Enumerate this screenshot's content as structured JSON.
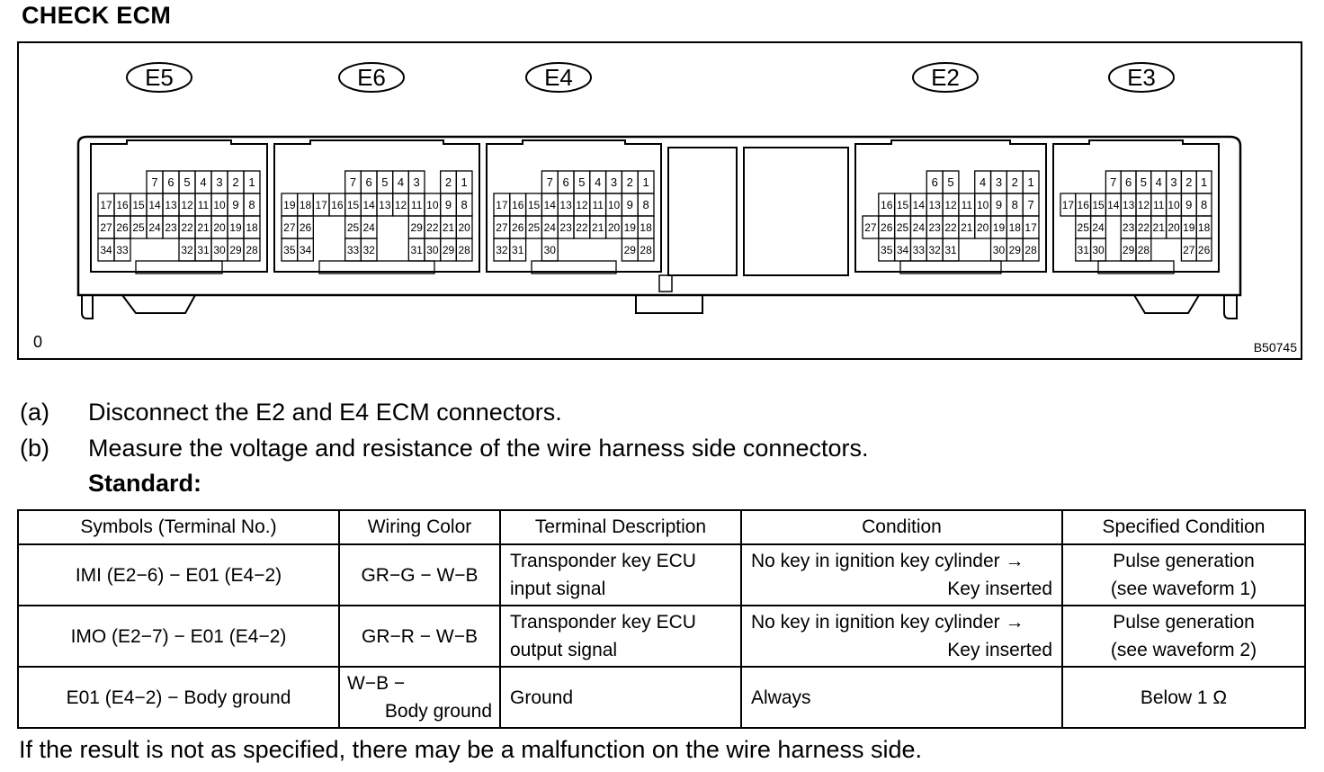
{
  "title": "CHECK ECM",
  "figure": {
    "mark": "0",
    "code": "B50745",
    "connectors": [
      {
        "id": "E5",
        "rows": [
          [
            "7",
            "6",
            "5",
            "4",
            "3",
            "2",
            "1"
          ],
          [
            "17",
            "16",
            "15",
            "14",
            "13",
            "12",
            "11",
            "10",
            "9",
            "8"
          ],
          [
            "27",
            "26",
            "25",
            "24",
            "23",
            "22",
            "21",
            "20",
            "19",
            "18"
          ],
          [
            "34",
            "33",
            "",
            "",
            "",
            "32",
            "31",
            "30",
            "29",
            "28"
          ]
        ]
      },
      {
        "id": "E6",
        "rows": [
          [
            "7",
            "6",
            "5",
            "4",
            "3",
            "",
            "2",
            "1"
          ],
          [
            "19",
            "18",
            "17",
            "16",
            "15",
            "14",
            "13",
            "12",
            "11",
            "10",
            "9",
            "8"
          ],
          [
            "27",
            "26",
            "",
            "",
            "25",
            "24",
            "",
            "",
            "29",
            "22",
            "21",
            "20"
          ],
          [
            "35",
            "34",
            "",
            "",
            "33",
            "32",
            "",
            "",
            "31",
            "30",
            "29",
            "28"
          ]
        ]
      },
      {
        "id": "E4",
        "rows": [
          [
            "7",
            "6",
            "5",
            "4",
            "3",
            "2",
            "1"
          ],
          [
            "17",
            "16",
            "15",
            "14",
            "13",
            "12",
            "11",
            "10",
            "9",
            "8"
          ],
          [
            "27",
            "26",
            "25",
            "24",
            "23",
            "22",
            "21",
            "20",
            "19",
            "18"
          ],
          [
            "32",
            "31",
            "",
            "30",
            "",
            "",
            "",
            "",
            "29",
            "28"
          ]
        ]
      },
      {
        "id": "E2",
        "rows": [
          [
            "6",
            "5",
            "",
            "4",
            "3",
            "2",
            "1"
          ],
          [
            "16",
            "15",
            "14",
            "13",
            "12",
            "11",
            "10",
            "9",
            "8",
            "7"
          ],
          [
            "27",
            "26",
            "25",
            "24",
            "23",
            "22",
            "21",
            "20",
            "19",
            "18",
            "17"
          ],
          [
            "35",
            "34",
            "33",
            "32",
            "31",
            "",
            "",
            "30",
            "29",
            "28"
          ]
        ]
      },
      {
        "id": "E3",
        "rows": [
          [
            "7",
            "6",
            "5",
            "4",
            "3",
            "2",
            "1"
          ],
          [
            "17",
            "16",
            "15",
            "14",
            "13",
            "12",
            "11",
            "10",
            "9",
            "8"
          ],
          [
            "25",
            "24",
            "",
            "23",
            "22",
            "21",
            "20",
            "19",
            "18"
          ],
          [
            "31",
            "30",
            "",
            "29",
            "28",
            "",
            "",
            "27",
            "26"
          ]
        ]
      }
    ]
  },
  "steps": [
    {
      "letter": "(a)",
      "text": "Disconnect the E2 and E4 ECM connectors."
    },
    {
      "letter": "(b)",
      "text": "Measure the voltage and resistance of the wire harness side connectors."
    }
  ],
  "standard_label": "Standard:",
  "table": {
    "headers": [
      "Symbols (Terminal No.)",
      "Wiring Color",
      "Terminal Description",
      "Condition",
      "Specified Condition"
    ],
    "rows": [
      {
        "symbols": "IMI (E2−6) − E01 (E4−2)",
        "wiring1": "GR−G − W−B",
        "wiring2": "",
        "desc1": "Transponder key ECU",
        "desc2": "input signal",
        "cond1": "No key in ignition key cylinder →",
        "cond2": "Key inserted",
        "spec1": "Pulse generation",
        "spec2": "(see waveform 1)"
      },
      {
        "symbols": "IMO (E2−7) − E01 (E4−2)",
        "wiring1": "GR−R − W−B",
        "wiring2": "",
        "desc1": "Transponder key ECU",
        "desc2": "output signal",
        "cond1": "No key in ignition key cylinder →",
        "cond2": "Key inserted",
        "spec1": "Pulse generation",
        "spec2": "(see waveform 2)"
      },
      {
        "symbols": "E01 (E4−2) − Body ground",
        "wiring1": "W−B −",
        "wiring2": "Body ground",
        "desc1": "Ground",
        "desc2": "",
        "cond1": "Always",
        "cond2": "",
        "spec1": "Below 1 Ω",
        "spec2": ""
      }
    ]
  },
  "footer": "If the result is not as specified, there may be a malfunction on the wire harness side."
}
